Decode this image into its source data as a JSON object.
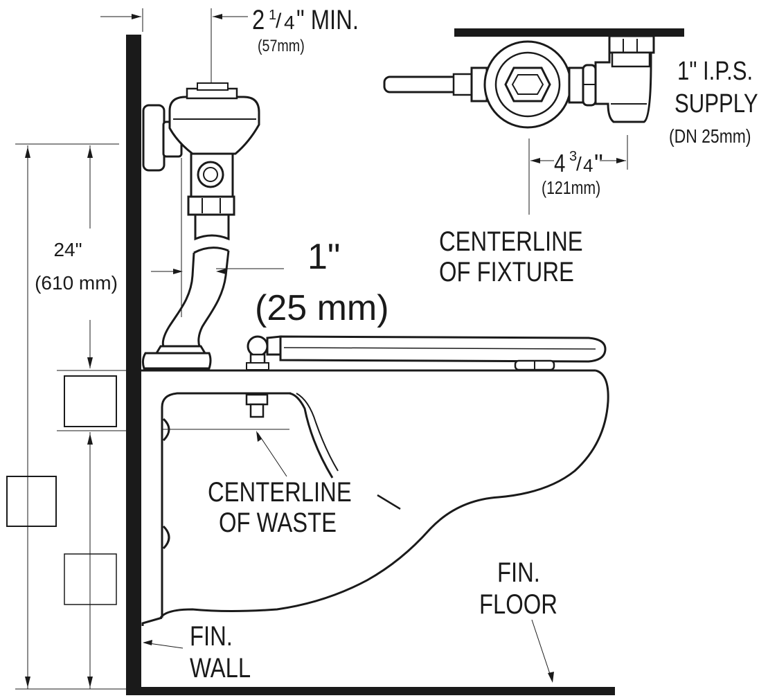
{
  "labels": {
    "min_offset_whole": "2",
    "min_offset_num": "1",
    "min_offset_den": "4",
    "min_offset_suffix": "\" MIN.",
    "min_offset_metric": "(57mm)",
    "supply_size": "1\"  I.P.S.",
    "supply_word": "SUPPLY",
    "supply_metric": "(DN  25mm)",
    "supply_offset_whole": "4",
    "supply_offset_num": "3",
    "supply_offset_den": "4",
    "supply_offset_suffix": "\"",
    "supply_offset_metric": "(121mm)",
    "centerline_fixture_1": "CENTERLINE",
    "centerline_fixture_2": "OF  FIXTURE",
    "height_value": "24\"",
    "height_metric": "(610 mm)",
    "pipe_size": "1\"",
    "pipe_metric": "(25 mm)",
    "centerline_waste_1": "CENTERLINE",
    "centerline_waste_2": "OF  WASTE",
    "fin_floor_1": "FIN.",
    "fin_floor_2": "FLOOR",
    "fin_wall_1": "FIN.",
    "fin_wall_2": "WALL"
  }
}
